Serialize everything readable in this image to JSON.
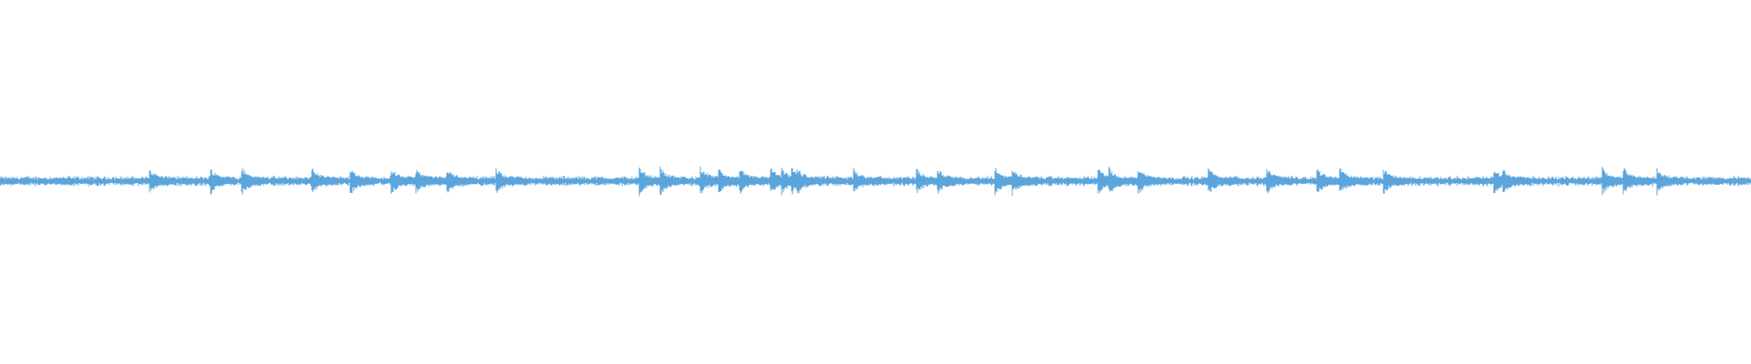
{
  "waveform": {
    "color": "#5ba4dc",
    "background": "#ffffff",
    "peak_fraction": 0.1,
    "transient_times": [
      0.085,
      0.12,
      0.138,
      0.178,
      0.2,
      0.223,
      0.237,
      0.255,
      0.283,
      0.365,
      0.377,
      0.4,
      0.41,
      0.422,
      0.44,
      0.446,
      0.452,
      0.455,
      0.487,
      0.523,
      0.535,
      0.568,
      0.578,
      0.627,
      0.633,
      0.65,
      0.69,
      0.723,
      0.752,
      0.765,
      0.79,
      0.853,
      0.858,
      0.915,
      0.927,
      0.946
    ]
  }
}
